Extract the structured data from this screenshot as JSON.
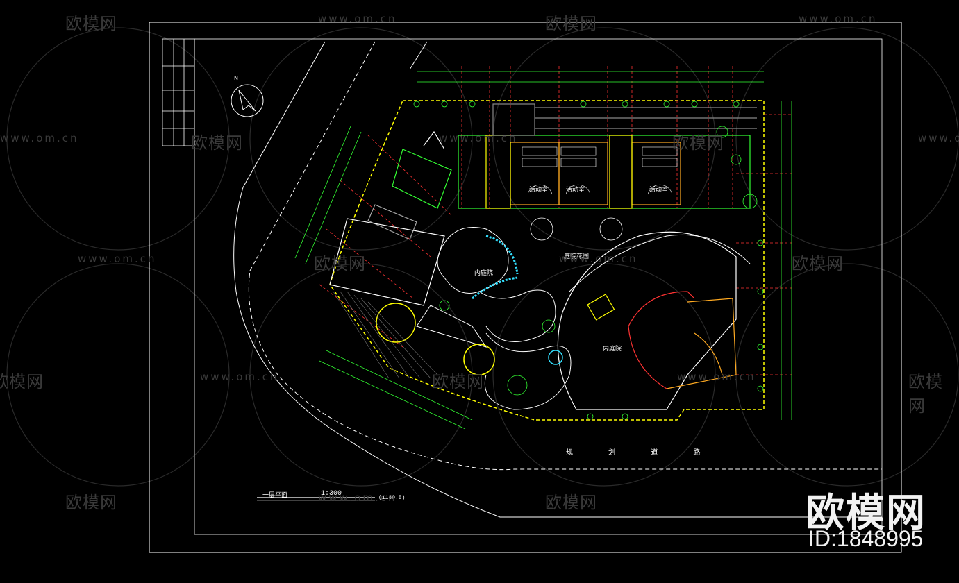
{
  "drawing": {
    "plan_title": "一层平面",
    "scale": "1:300",
    "scale_note": "(1180.5)",
    "north_label": "N",
    "road_label": "规 划 道 路",
    "rooms": {
      "activity_room_1": "活动室",
      "activity_room_2": "活动室",
      "activity_room_3": "活动室",
      "courtyard_1": "内庭院",
      "courtyard_2": "内庭院",
      "garden": "庭院花园"
    }
  },
  "watermark": {
    "brand_cn": "欧模网",
    "url": "www.om.cn",
    "big_brand": "欧模网",
    "id_text": "ID:1848995"
  },
  "colors": {
    "background": "#000000",
    "frame": "#ffffff",
    "walls_green": "#33ff33",
    "axis_red": "#ff3333",
    "boundary_yellow": "#ffff00",
    "cyan": "#33e0ff",
    "orange": "#ffaa22",
    "watermark": "#3a3a3a"
  }
}
